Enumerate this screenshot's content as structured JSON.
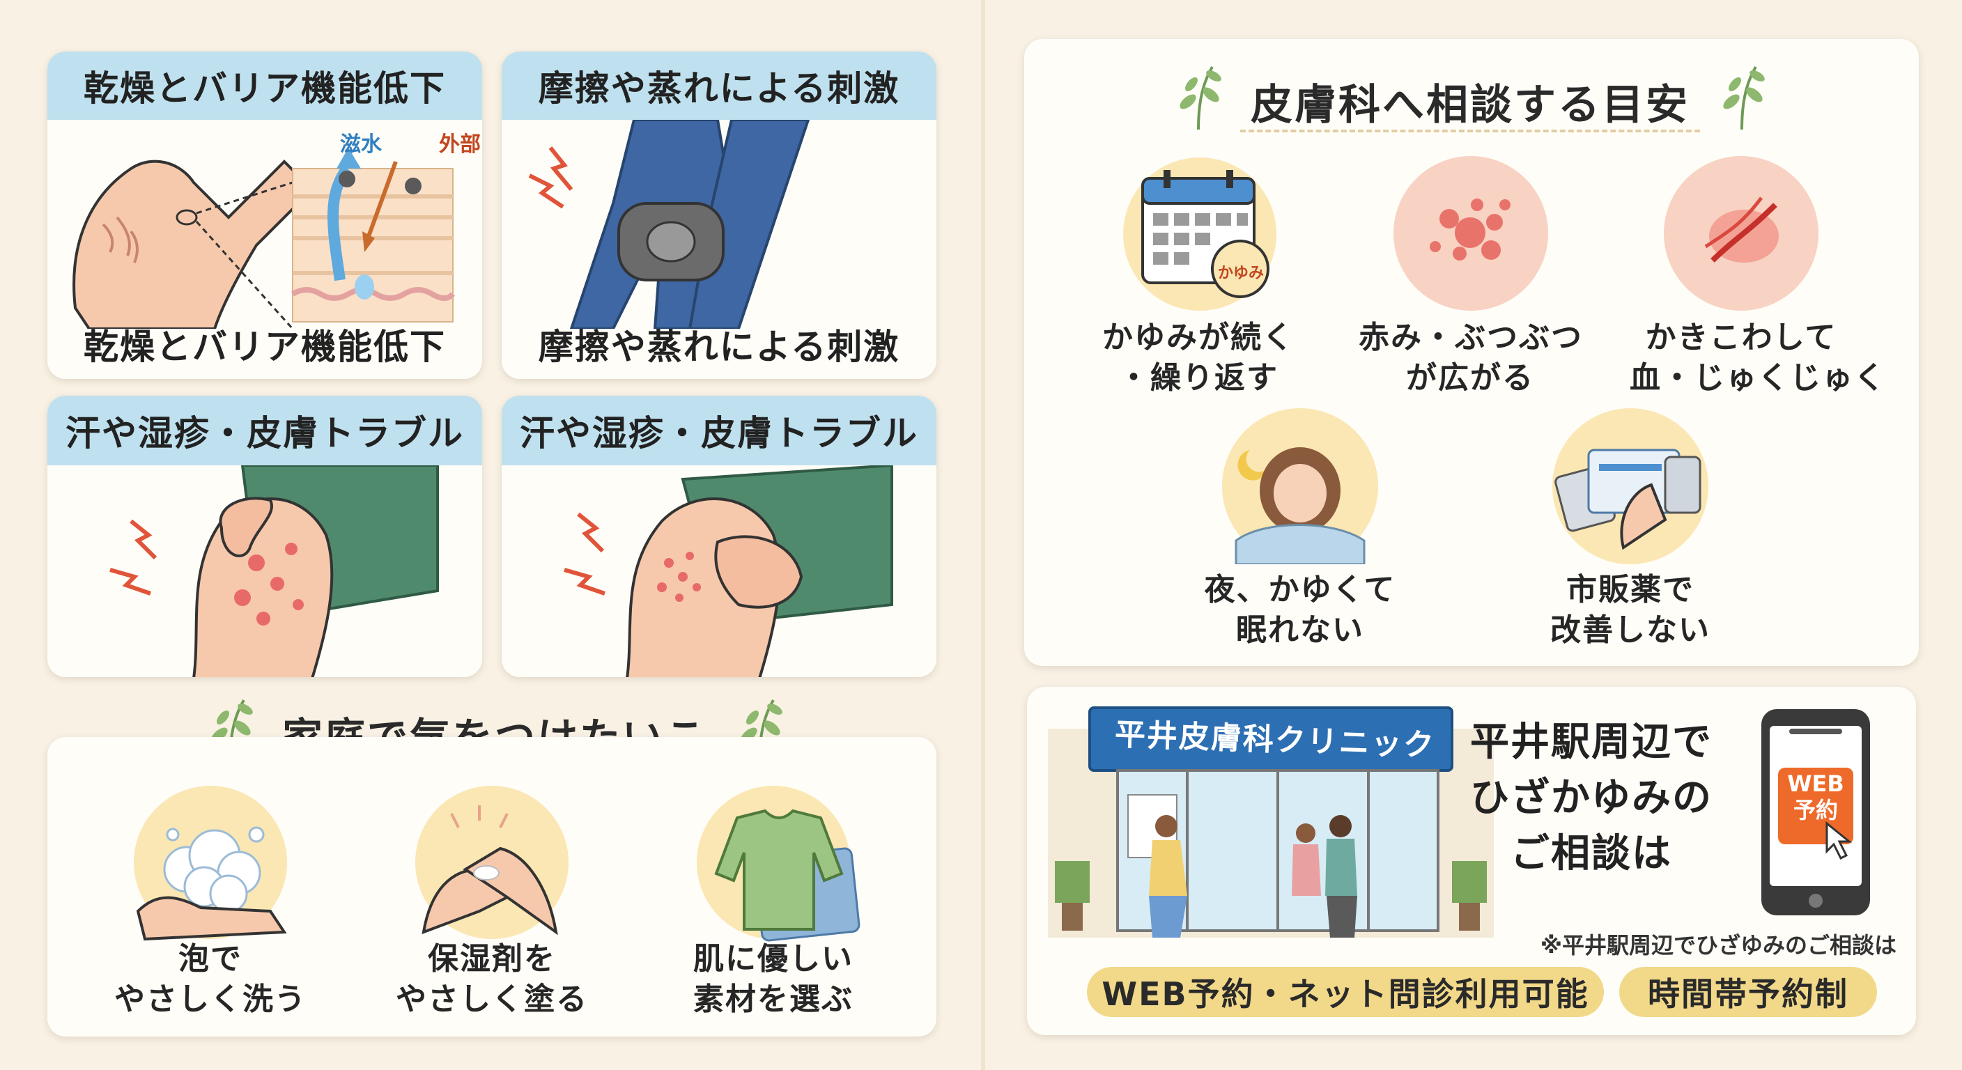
{
  "cards": [
    {
      "header": "乾燥とバリア機能低下",
      "caption": "乾燥とバリア機能低下",
      "labels": {
        "moisture": "滋水",
        "external": "外部"
      }
    },
    {
      "header": "摩擦や蒸れによる刺激",
      "caption": "摩擦や蒸れによる刺激"
    },
    {
      "header": "汗や湿疹・皮膚トラブル"
    },
    {
      "header": "汗や湿疹・皮膚トラブル"
    }
  ],
  "home_care": {
    "title": "家庭で気をつけたいこと",
    "items": [
      {
        "line1": "泡で",
        "line2": "やさしく洗う",
        "icon": "foam-wash-icon"
      },
      {
        "line1": "保湿剤を",
        "line2": "やさしく塗る",
        "icon": "moisturizer-icon"
      },
      {
        "line1": "肌に優しい",
        "line2": "素材を選ぶ",
        "icon": "soft-clothing-icon"
      }
    ]
  },
  "consult": {
    "title": "皮膚科へ相談する目安",
    "items": [
      {
        "line1": "かゆみが続く",
        "line2": "・繰り返す",
        "icon": "calendar-icon",
        "badge": "かゆみ"
      },
      {
        "line1": "赤み・ぶつぶつ",
        "line2": "が広がる",
        "icon": "rash-icon"
      },
      {
        "line1": "かきこわして",
        "line2": "血・じゅくじゅく",
        "icon": "scratch-wound-icon"
      },
      {
        "line1": "夜、かゆくて",
        "line2": "眠れない",
        "icon": "sleepless-icon"
      },
      {
        "line1": "市販薬で",
        "line2": "改善しない",
        "icon": "medicine-icon"
      }
    ]
  },
  "clinic": {
    "sign": "平井皮膚科クリニック",
    "headline": [
      "平井駅周辺で",
      "ひざかゆみの",
      "ご相談は"
    ],
    "phone_button": [
      "WEB",
      "予約"
    ],
    "note": "※平井駅周辺でひざゆみのご相談は",
    "pills": [
      "WEB予約・ネット問診利用可能",
      "時間帯予約制"
    ]
  },
  "colors": {
    "header_blue": "#bfe0ee",
    "circle_yellow": "#fbe7b3",
    "pill_gold": "#f2d98a",
    "accent_red": "#e0543a",
    "sign_blue": "#2d6fb3"
  }
}
